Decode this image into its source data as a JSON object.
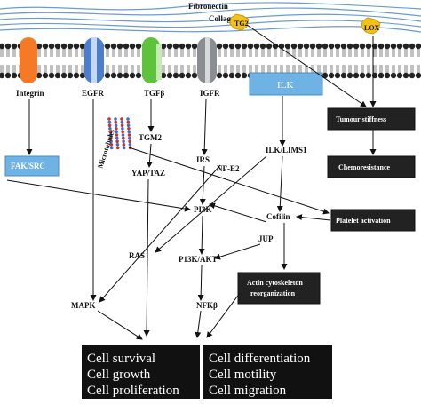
{
  "membrane": {
    "fibronectin": "Fibronectin",
    "collagen": "Collagen",
    "tg2": "TG2",
    "lox": "LOX"
  },
  "receptors": {
    "integrin": "Integrin",
    "egfr": "EGFR",
    "tgfb": "TGFβ",
    "igfr": "IGFR",
    "ilk": "ILK"
  },
  "nodes": {
    "fak_src": "FAK/SRC",
    "microtubules": "Microtubules",
    "tgm2": "TGM2",
    "yap_taz": "YAP/TAZ",
    "irs": "IRS",
    "nf_e2": "NF-E2",
    "ilk_lims1": "ILK/LIMS1",
    "tumour_stiffness": "Tumour stiffness",
    "chemoresistance": "Chemoresistance",
    "pi3k": "PI3K",
    "cofilin": "Cofilin",
    "platelet_activation": "Platelet activation",
    "jup": "JUP",
    "ras": "RAS",
    "p13k_akt": "P13K/AKT",
    "actin_line1": "Actin cytoskeleton",
    "actin_line2": "reorganization",
    "mapk": "MAPK",
    "nfkb": "NFKβ"
  },
  "outcomes": {
    "left": [
      "Cell survival",
      "Cell growth",
      "Cell proliferation"
    ],
    "right": [
      "Cell differentiation",
      "Cell motility",
      "Cell migration"
    ]
  },
  "colors": {
    "integrin": "#f47a28",
    "egfr": "#4a7fd0",
    "tgfb": "#5ec33a",
    "igfr": "#8a8e92",
    "ilk": "#6fb2e4",
    "fiber": "#6a9bd0",
    "tg2": "#f2c21a",
    "lox": "#f2c21a"
  }
}
